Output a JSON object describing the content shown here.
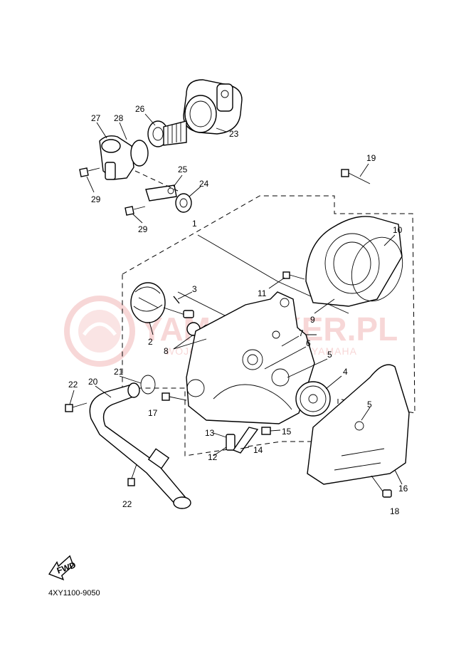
{
  "diagram": {
    "drawing_code": "4XY1100-9050",
    "fwd_label": "FWD",
    "watermark": {
      "main": "YAMA-BIKER.PL",
      "sub": "WOJCIECHOWSKI DEALER YAMAHA",
      "color": "#f2b8b8"
    },
    "callouts": [
      "1",
      "2",
      "3",
      "4",
      "5",
      "5",
      "6",
      "7",
      "8",
      "9",
      "10",
      "11",
      "12",
      "13",
      "14",
      "15",
      "16",
      "17",
      "18",
      "19",
      "20",
      "21",
      "22",
      "22",
      "23",
      "24",
      "25",
      "26",
      "27",
      "28",
      "29",
      "29"
    ]
  }
}
